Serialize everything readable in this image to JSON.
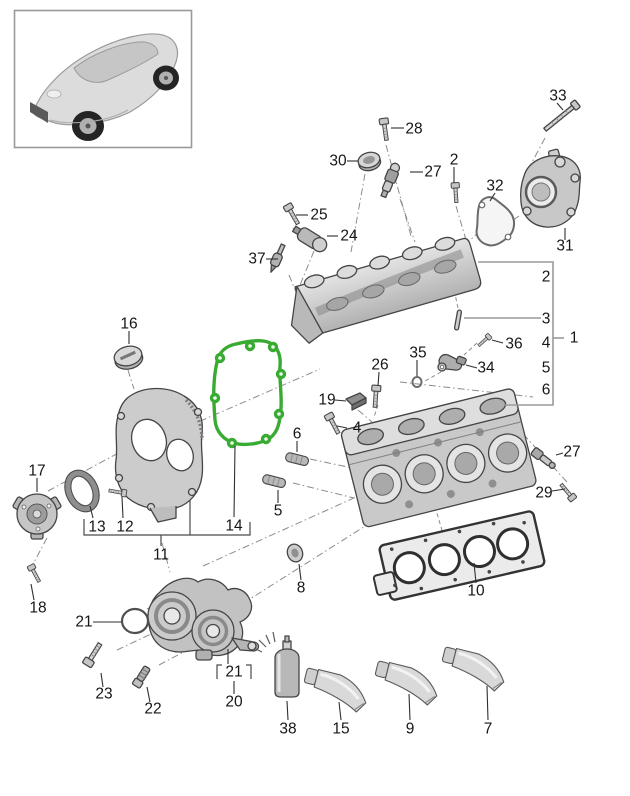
{
  "callouts": {
    "1": "1",
    "2": "2",
    "3": "3",
    "4": "4",
    "5": "5",
    "6": "6",
    "7": "7",
    "8": "8",
    "9": "9",
    "10": "10",
    "11": "11",
    "12": "12",
    "13": "13",
    "14": "14",
    "15": "15",
    "16": "16",
    "17": "17",
    "18": "18",
    "19": "19",
    "20": "20",
    "21": "21",
    "22": "22",
    "23": "23",
    "24": "24",
    "25": "25",
    "26": "26",
    "27": "27",
    "28": "28",
    "29": "29",
    "30": "30",
    "31": "31",
    "32": "32",
    "33": "33",
    "34": "34",
    "35": "35",
    "36": "36",
    "37": "37",
    "38": "38"
  },
  "highlight": {
    "callout": "14",
    "color": "#3aab32"
  },
  "colors": {
    "background": "#ffffff",
    "part_fill_light": "#d9d9d9",
    "part_fill_mid": "#bdbdbd",
    "part_stroke": "#454545",
    "callout_text": "#161616",
    "leader_line": "#2f2f2f",
    "assembly_line": "#8c8c8c",
    "bracket_line": "#9a9a9a",
    "inset_border": "#9a9a9a"
  }
}
